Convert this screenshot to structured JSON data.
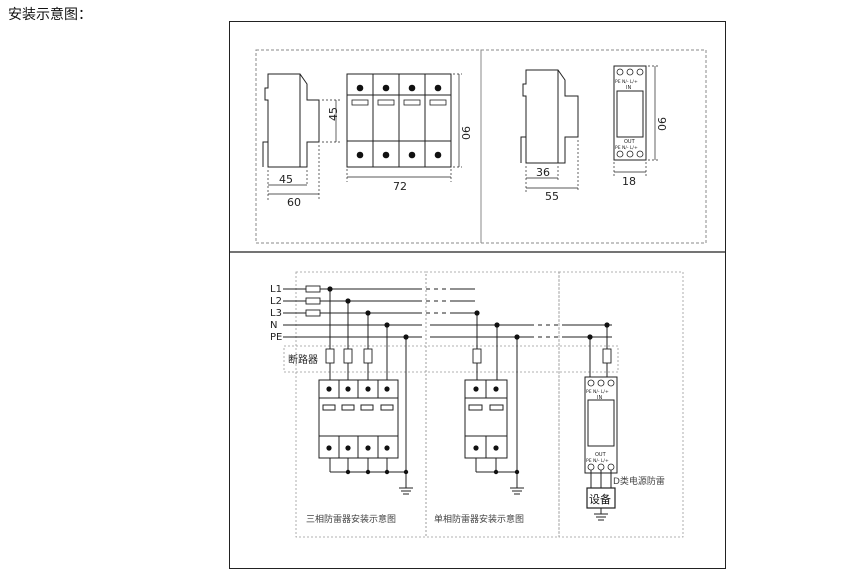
{
  "page": {
    "title": "安装示意图："
  },
  "dims": {
    "side3_height": "45",
    "side3_depth": "45",
    "side3_total": "60",
    "front3_height": "90",
    "front3_width": "72",
    "side1_inner": "36",
    "side1_total": "55",
    "front1_height": "90",
    "front1_width": "18"
  },
  "module": {
    "in": "IN",
    "out": "OUT",
    "terms_top": "PE N/- L/+",
    "terms_bottom": "PE N/- L/+"
  },
  "wiring": {
    "lines": [
      "L1",
      "L2",
      "L3",
      "N",
      "PE"
    ],
    "breaker_label": "断路器",
    "caption_three_phase": "三相防雷器安装示意图",
    "caption_single_phase": "单相防雷器安装示意图",
    "class_d_label": "D类电源防雷",
    "device_label": "设备"
  }
}
